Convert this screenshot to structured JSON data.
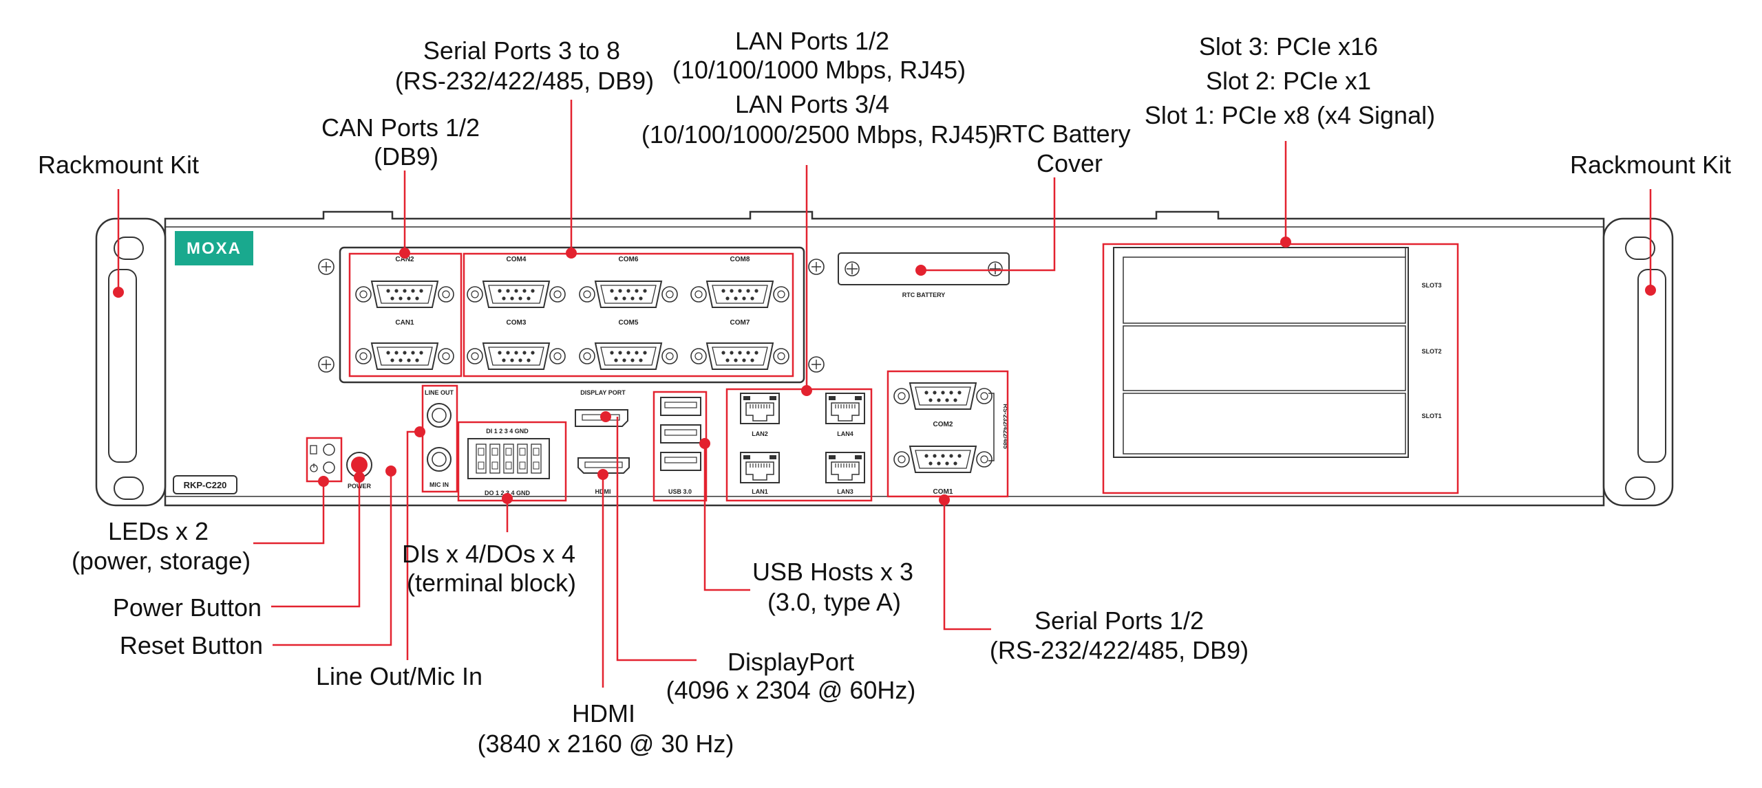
{
  "colors": {
    "accent_red": "#e3222f",
    "moxa_teal": "#19a98e",
    "outline": "#333333",
    "panel_fill": "#ffffff"
  },
  "callouts": {
    "rackmount_left": "Rackmount Kit",
    "rackmount_right": "Rackmount Kit",
    "can_ports": [
      "CAN Ports 1/2",
      "(DB9)"
    ],
    "serial_3_8": [
      "Serial Ports 3 to 8",
      "(RS-232/422/485, DB9)"
    ],
    "lan_ports": [
      "LAN Ports 1/2",
      "(10/100/1000 Mbps, RJ45)",
      "LAN Ports 3/4",
      "(10/100/1000/2500 Mbps, RJ45)"
    ],
    "rtc_battery": [
      "RTC Battery",
      "Cover"
    ],
    "slots": [
      "Slot 3: PCIe x16",
      "Slot 2: PCIe x1",
      "Slot 1: PCIe x8 (x4 Signal)"
    ],
    "leds": [
      "LEDs x 2",
      "(power, storage)"
    ],
    "power_button": "Power Button",
    "reset_button": "Reset Button",
    "line_out_mic": "Line Out/Mic In",
    "dio": [
      "DIs x 4/DOs x 4",
      "(terminal block)"
    ],
    "usb": [
      "USB Hosts x 3",
      "(3.0, type A)"
    ],
    "serial_1_2": [
      "Serial Ports 1/2",
      "(RS-232/422/485, DB9)"
    ],
    "displayport": [
      "DisplayPort",
      "(4096 x 2304 @ 60Hz)"
    ],
    "hdmi": [
      "HDMI",
      "(3840 x 2160 @ 30 Hz)"
    ]
  },
  "panel": {
    "logo": "MOXA",
    "model": "RKP-C220",
    "can2": "CAN2",
    "can1": "CAN1",
    "com4": "COM4",
    "com6": "COM6",
    "com8": "COM8",
    "com3": "COM3",
    "com5": "COM5",
    "com7": "COM7",
    "rtc": "RTC BATTERY",
    "slot3": "SLOT3",
    "slot2": "SLOT2",
    "slot1": "SLOT1",
    "line_out": "LINE OUT",
    "mic_in": "MIC IN",
    "display_port": "DISPLAY PORT",
    "hdmi": "HDMI",
    "usb30": "USB 3.0",
    "lan2": "LAN2",
    "lan4": "LAN4",
    "lan1": "LAN1",
    "lan3": "LAN3",
    "com2": "COM2",
    "com1": "COM1",
    "rs_vertical": "RS-232/422/485",
    "power": "POWER",
    "di_header": "DI  1  2  3  4  GND",
    "do_header": "DO  1  2  3  4  GND"
  }
}
